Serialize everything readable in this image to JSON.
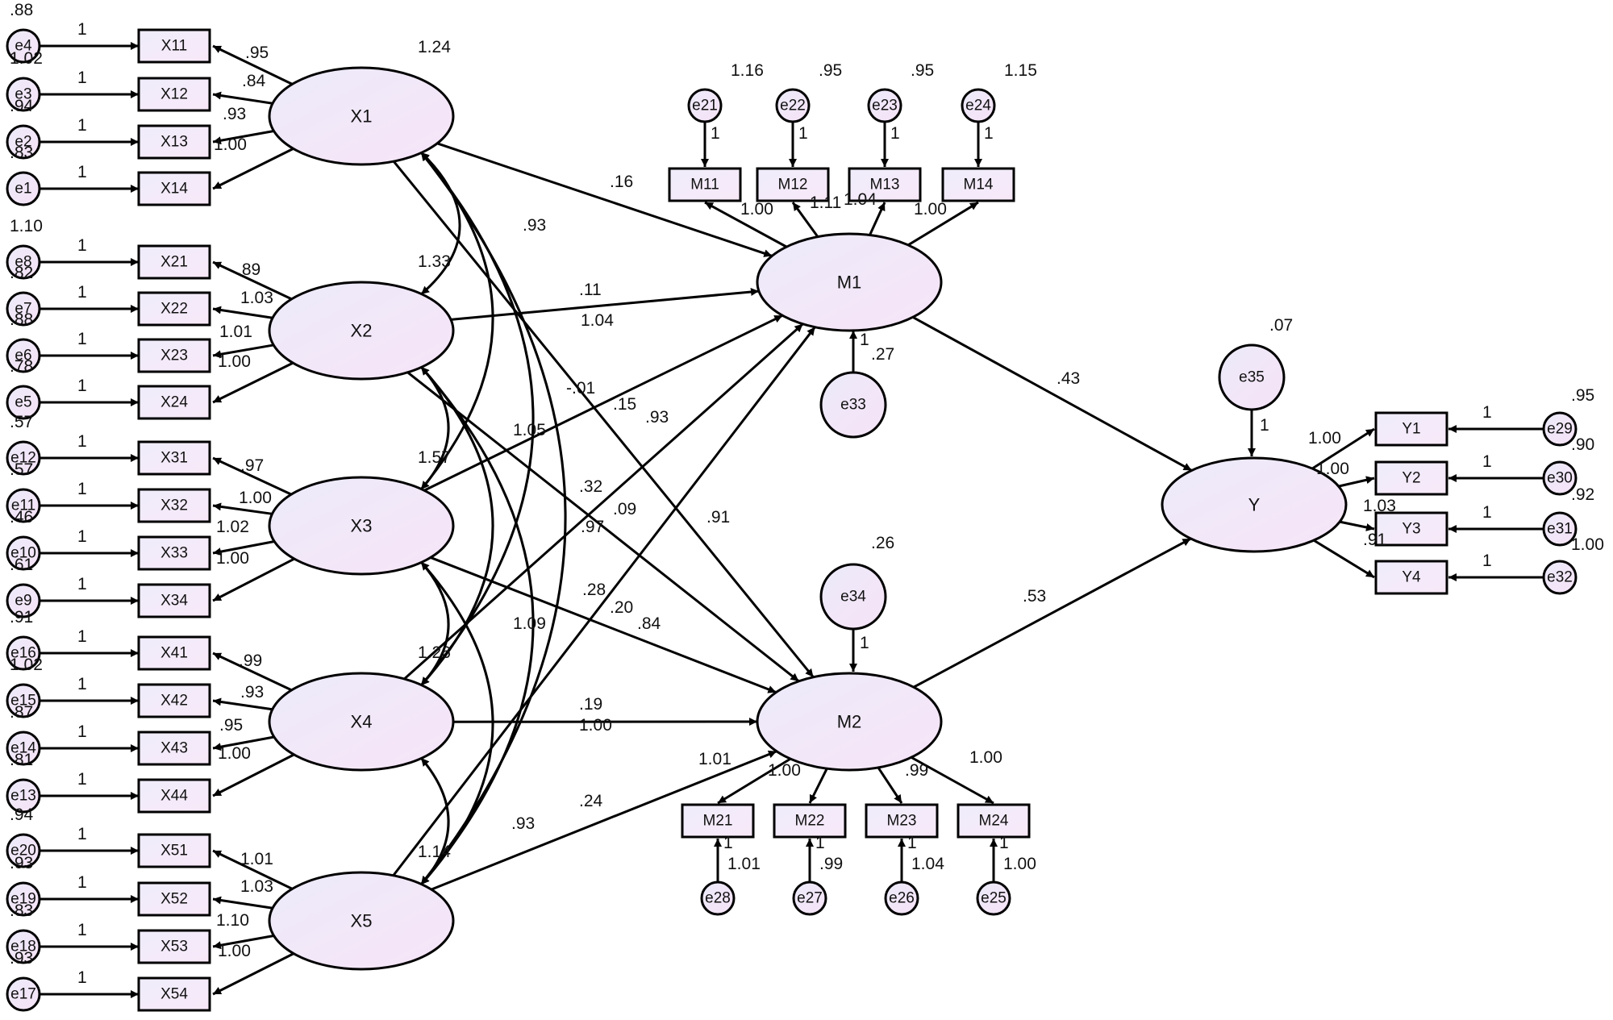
{
  "latents": [
    {
      "id": "X1",
      "label": "X1",
      "variance": "1.24"
    },
    {
      "id": "X2",
      "label": "X2",
      "variance": "1.33"
    },
    {
      "id": "X3",
      "label": "X3",
      "variance": "1.57"
    },
    {
      "id": "X4",
      "label": "X4",
      "variance": "1.26"
    },
    {
      "id": "X5",
      "label": "X5",
      "variance": "1.14"
    },
    {
      "id": "M1",
      "label": "M1"
    },
    {
      "id": "M2",
      "label": "M2"
    },
    {
      "id": "Y",
      "label": "Y"
    }
  ],
  "indicators": [
    {
      "id": "X11",
      "latent": "X1",
      "error": "e4",
      "error_var": ".88",
      "fixed": "1",
      "loading": ".95"
    },
    {
      "id": "X12",
      "latent": "X1",
      "error": "e3",
      "error_var": "1.02",
      "fixed": "1",
      "loading": ".84"
    },
    {
      "id": "X13",
      "latent": "X1",
      "error": "e2",
      "error_var": ".94",
      "fixed": "1",
      "loading": ".93"
    },
    {
      "id": "X14",
      "latent": "X1",
      "error": "e1",
      "error_var": ".83",
      "fixed": "1",
      "loading": "1.00"
    },
    {
      "id": "X21",
      "latent": "X2",
      "error": "e8",
      "error_var": "1.10",
      "fixed": "1",
      "loading": ".89"
    },
    {
      "id": "X22",
      "latent": "X2",
      "error": "e7",
      "error_var": ".82",
      "fixed": "1",
      "loading": "1.03"
    },
    {
      "id": "X23",
      "latent": "X2",
      "error": "e6",
      "error_var": ".88",
      "fixed": "1",
      "loading": "1.01"
    },
    {
      "id": "X24",
      "latent": "X2",
      "error": "e5",
      "error_var": ".78",
      "fixed": "1",
      "loading": "1.00"
    },
    {
      "id": "X31",
      "latent": "X3",
      "error": "e12",
      "error_var": ".57",
      "fixed": "1",
      "loading": ".97"
    },
    {
      "id": "X32",
      "latent": "X3",
      "error": "e11",
      "error_var": ".57",
      "fixed": "1",
      "loading": "1.00"
    },
    {
      "id": "X33",
      "latent": "X3",
      "error": "e10",
      "error_var": ".46",
      "fixed": "1",
      "loading": "1.02"
    },
    {
      "id": "X34",
      "latent": "X3",
      "error": "e9",
      "error_var": ".61",
      "fixed": "1",
      "loading": "1.00"
    },
    {
      "id": "X41",
      "latent": "X4",
      "error": "e16",
      "error_var": ".91",
      "fixed": "1",
      "loading": ".99"
    },
    {
      "id": "X42",
      "latent": "X4",
      "error": "e15",
      "error_var": "1.02",
      "fixed": "1",
      "loading": ".93"
    },
    {
      "id": "X43",
      "latent": "X4",
      "error": "e14",
      "error_var": ".87",
      "fixed": "1",
      "loading": ".95"
    },
    {
      "id": "X44",
      "latent": "X4",
      "error": "e13",
      "error_var": ".81",
      "fixed": "1",
      "loading": "1.00"
    },
    {
      "id": "X51",
      "latent": "X5",
      "error": "e20",
      "error_var": ".94",
      "fixed": "1",
      "loading": "1.01"
    },
    {
      "id": "X52",
      "latent": "X5",
      "error": "e19",
      "error_var": ".93",
      "fixed": "1",
      "loading": "1.03"
    },
    {
      "id": "X53",
      "latent": "X5",
      "error": "e18",
      "error_var": ".83",
      "fixed": "1",
      "loading": "1.10"
    },
    {
      "id": "X54",
      "latent": "X5",
      "error": "e17",
      "error_var": ".93",
      "fixed": "1",
      "loading": "1.00"
    },
    {
      "id": "M11",
      "latent": "M1",
      "error": "e21",
      "error_var": "1.16",
      "fixed": "1",
      "loading": "1.00"
    },
    {
      "id": "M12",
      "latent": "M1",
      "error": "e22",
      "error_var": ".95",
      "fixed": "1",
      "loading": "1.11"
    },
    {
      "id": "M13",
      "latent": "M1",
      "error": "e23",
      "error_var": ".95",
      "fixed": "1",
      "loading": "1.04"
    },
    {
      "id": "M14",
      "latent": "M1",
      "error": "e24",
      "error_var": "1.15",
      "fixed": "1",
      "loading": "1.00"
    },
    {
      "id": "M21",
      "latent": "M2",
      "error": "e28",
      "error_var": "1.01",
      "fixed": "1",
      "loading": "1.01"
    },
    {
      "id": "M22",
      "latent": "M2",
      "error": "e27",
      "error_var": ".99",
      "fixed": "1",
      "loading": "1.00"
    },
    {
      "id": "M23",
      "latent": "M2",
      "error": "e26",
      "error_var": "1.04",
      "fixed": "1",
      "loading": ".99"
    },
    {
      "id": "M24",
      "latent": "M2",
      "error": "e25",
      "error_var": "1.00",
      "fixed": "1",
      "loading": "1.00"
    },
    {
      "id": "Y1",
      "latent": "Y",
      "error": "e29",
      "error_var": ".95",
      "fixed": "1",
      "loading": "1.00"
    },
    {
      "id": "Y2",
      "latent": "Y",
      "error": "e30",
      "error_var": ".90",
      "fixed": "1",
      "loading": "1.00"
    },
    {
      "id": "Y3",
      "latent": "Y",
      "error": "e31",
      "error_var": ".92",
      "fixed": "1",
      "loading": "1.03"
    },
    {
      "id": "Y4",
      "latent": "Y",
      "error": "e32",
      "error_var": "1.00",
      "fixed": "1",
      "loading": ".91"
    }
  ],
  "disturbances": [
    {
      "id": "e33",
      "target": "M1",
      "variance": ".27",
      "fixed": "1"
    },
    {
      "id": "e34",
      "target": "M2",
      "variance": ".26",
      "fixed": "1"
    },
    {
      "id": "e35",
      "target": "Y",
      "variance": ".07",
      "fixed": "1"
    }
  ],
  "structural_paths": [
    {
      "from": "X1",
      "to": "M1",
      "estimate": ".16"
    },
    {
      "from": "X2",
      "to": "M1",
      "estimate": ".11"
    },
    {
      "from": "X3",
      "to": "M1",
      "estimate": "-.01"
    },
    {
      "from": "X4",
      "to": "M1",
      "estimate": ".09"
    },
    {
      "from": "X5",
      "to": "M1",
      "estimate": ".28"
    },
    {
      "from": "X1",
      "to": "M2",
      "estimate": ".15"
    },
    {
      "from": "X2",
      "to": "M2",
      "estimate": ".32"
    },
    {
      "from": "X3",
      "to": "M2",
      "estimate": ".20"
    },
    {
      "from": "X4",
      "to": "M2",
      "estimate": ".19"
    },
    {
      "from": "X5",
      "to": "M2",
      "estimate": ".24"
    },
    {
      "from": "M1",
      "to": "Y",
      "estimate": ".43"
    },
    {
      "from": "M2",
      "to": "Y",
      "estimate": ".53"
    }
  ],
  "covariances": [
    {
      "a": "X1",
      "b": "X2",
      "estimate": ".93"
    },
    {
      "a": "X1",
      "b": "X3",
      "estimate": "1.04"
    },
    {
      "a": "X1",
      "b": "X4",
      "estimate": ".93"
    },
    {
      "a": "X1",
      "b": "X5",
      "estimate": ".91"
    },
    {
      "a": "X2",
      "b": "X3",
      "estimate": "1.05"
    },
    {
      "a": "X2",
      "b": "X4",
      "estimate": ".97"
    },
    {
      "a": "X2",
      "b": "X5",
      "estimate": ".84"
    },
    {
      "a": "X3",
      "b": "X4",
      "estimate": "1.09"
    },
    {
      "a": "X3",
      "b": "X5",
      "estimate": "1.00"
    },
    {
      "a": "X4",
      "b": "X5",
      "estimate": ".93"
    }
  ]
}
